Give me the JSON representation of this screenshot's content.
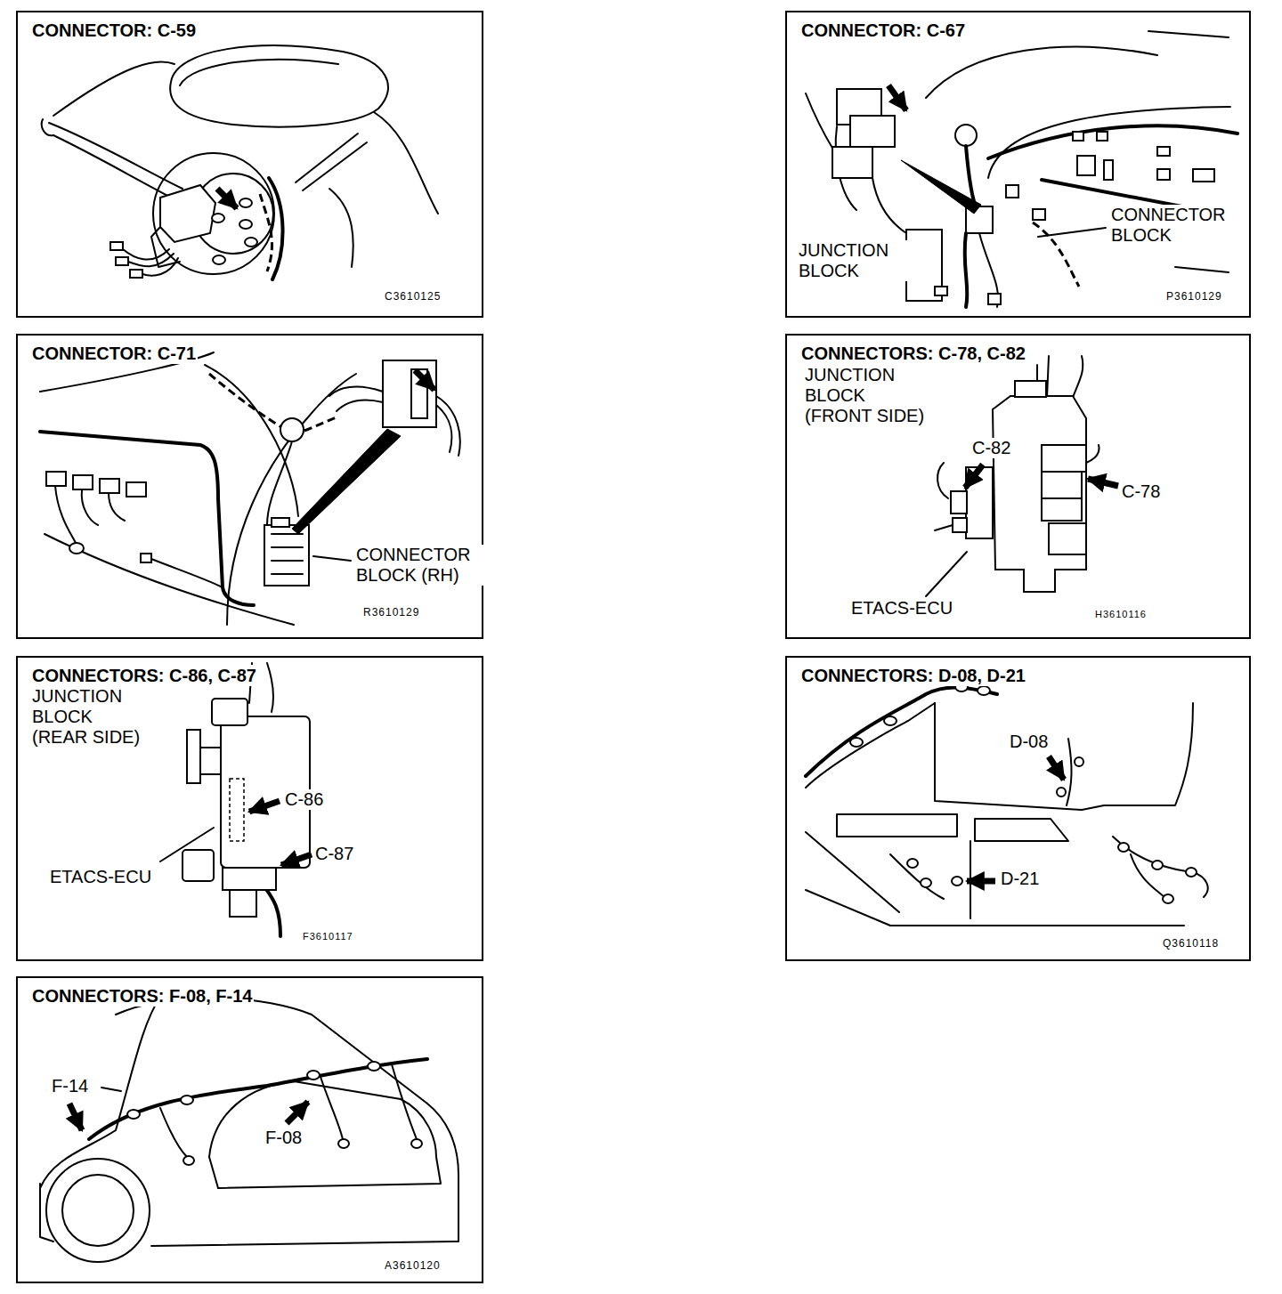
{
  "diagram": {
    "nodes": [
      {
        "text": [
          "CONNECTOR: C-59"
        ]
      },
      {
        "text": [
          "CONNECTOR: C-67"
        ]
      },
      {
        "text": [
          "CONNECTOR: C-71"
        ]
      },
      {
        "text": [
          "CONNECTORS: C-78, C-82"
        ]
      },
      {
        "text": [
          "CONNECTORS: C-86, C-87"
        ]
      },
      {
        "text": [
          "CONNECTORS: D-08, D-21"
        ]
      },
      {
        "text": [
          "CONNECTORS: F-08, F-14"
        ]
      }
    ],
    "labels": [
      "C3610125",
      "CONNECTOR BLOCK",
      "JUNCTION BLOCK",
      "P3610129",
      "CONNECTOR BLOCK (RH)",
      "R3610129",
      "JUNCTION BLOCK (FRONT SIDE)",
      "C-82",
      "C-78",
      "ETACS-ECU",
      "H3610116",
      "JUNCTION BLOCK (REAR SIDE)",
      "C-86",
      "C-87",
      "ETACS-ECU",
      "F3610117",
      "D-08",
      "D-21",
      "Q3610118",
      "F-14",
      "F-08",
      "A3610120"
    ]
  }
}
